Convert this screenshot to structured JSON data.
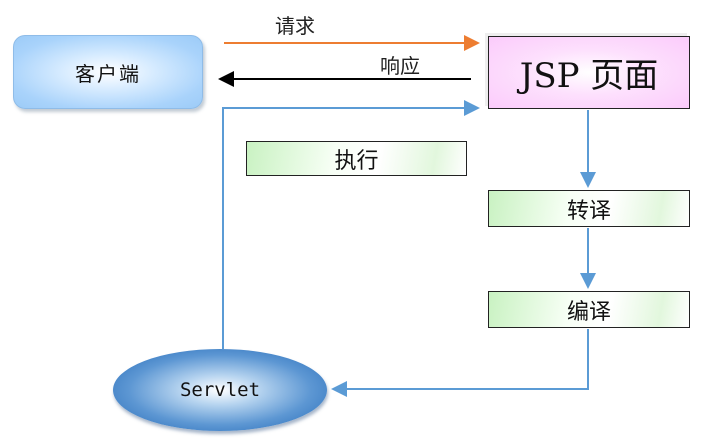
{
  "diagram": {
    "nodes": {
      "client": "客户端",
      "jsp": "JSP 页面",
      "execute": "执行",
      "translate": "转译",
      "compile": "编译",
      "servlet": "Servlet"
    },
    "edges": {
      "request_label": "请求",
      "response_label": "响应"
    },
    "colors": {
      "request_arrow": "#ed7d31",
      "response_arrow": "#000000",
      "flow_arrow": "#5b9bd5"
    }
  }
}
